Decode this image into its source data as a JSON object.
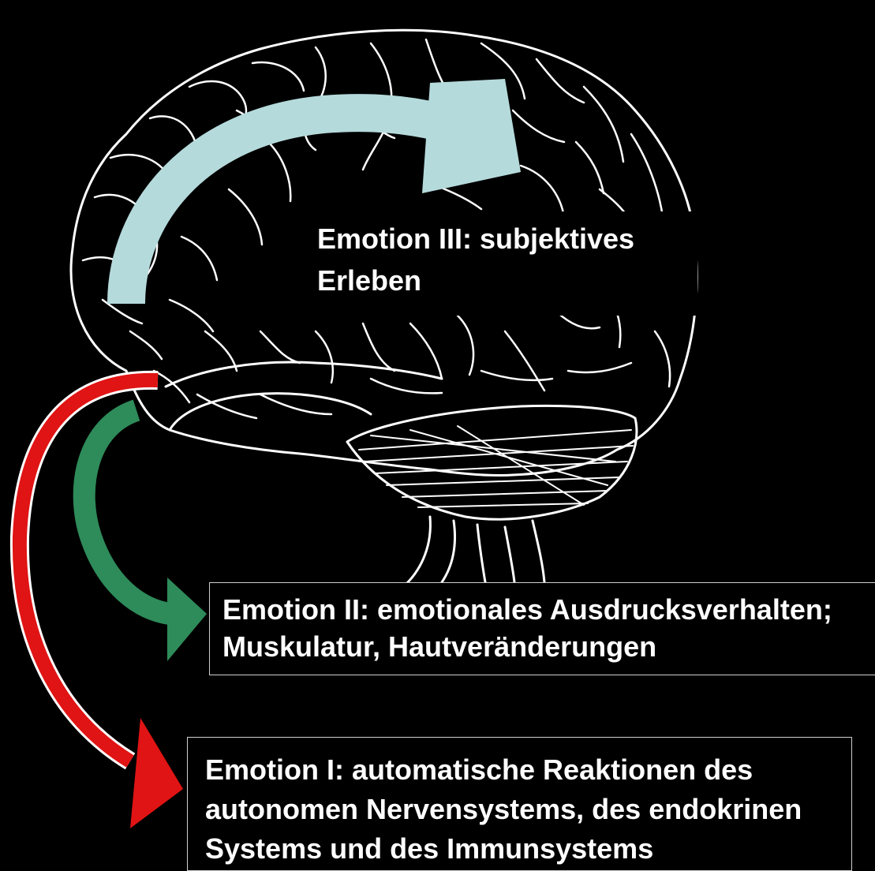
{
  "labels": {
    "emotion_3": "Emotion III: subjektives\nErleben",
    "emotion_2": "Emotion II: emotionales Ausdrucksverhalten;\nMuskulatur, Hautveränderungen",
    "emotion_1": "Emotion I: automatische Reaktionen des\nautonomen Nervensystems, des endokrinen\nSystems und des Immunsystems"
  },
  "colors": {
    "background": "#000000",
    "brain_lines": "#ffffff",
    "arrow_emotion_3": "#b5dadc",
    "arrow_emotion_2": "#2e8b5a",
    "arrow_emotion_1": "#e01414"
  },
  "icons": [
    "brain-outline-icon",
    "arrow-emotion-3-icon",
    "arrow-emotion-2-icon",
    "arrow-emotion-1-icon"
  ]
}
